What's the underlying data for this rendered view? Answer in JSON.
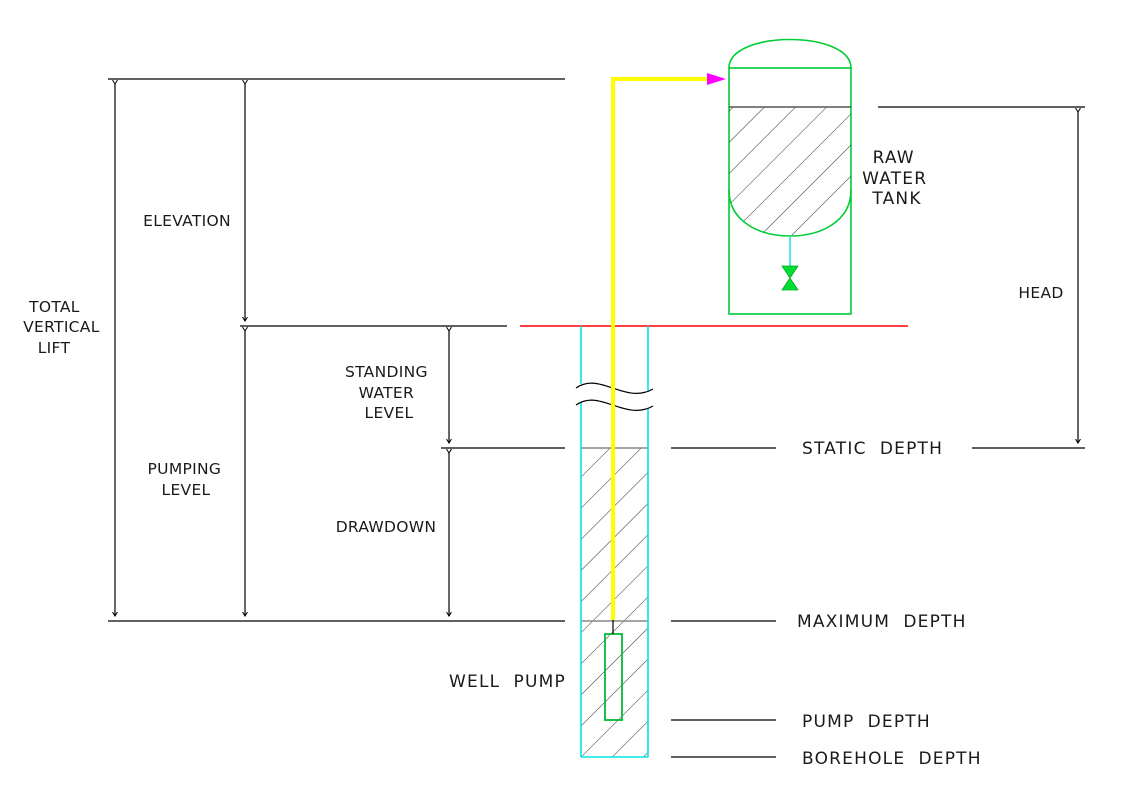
{
  "labels": {
    "elevation": "ELEVATION",
    "total_vertical_lift": [
      "TOTAL",
      "VERTICAL",
      "LIFT"
    ],
    "pumping_level": [
      "PUMPING",
      "LEVEL"
    ],
    "standing_water_level": [
      "STANDING",
      "WATER",
      "LEVEL"
    ],
    "drawdown": "DRAWDOWN",
    "raw_water_tank": [
      "RAW",
      "WATER",
      "TANK"
    ],
    "head": "HEAD",
    "static_depth": "STATIC  DEPTH",
    "maximum_depth": "MAXIMUM  DEPTH",
    "well_pump": "WELL  PUMP",
    "pump_depth": "PUMP  DEPTH",
    "borehole_depth": "BOREHOLE  DEPTH"
  },
  "colors": {
    "pipe": "#ffff00",
    "outlet_arrow": "#ff00ff",
    "ground_line": "#ff0000",
    "tank_outline": "#00cc33",
    "borehole_casing": "#00e5e5",
    "valve": "#00dd33",
    "drain_line": "#33dddd",
    "pump": "#00bb33",
    "hatch": "#333333"
  }
}
